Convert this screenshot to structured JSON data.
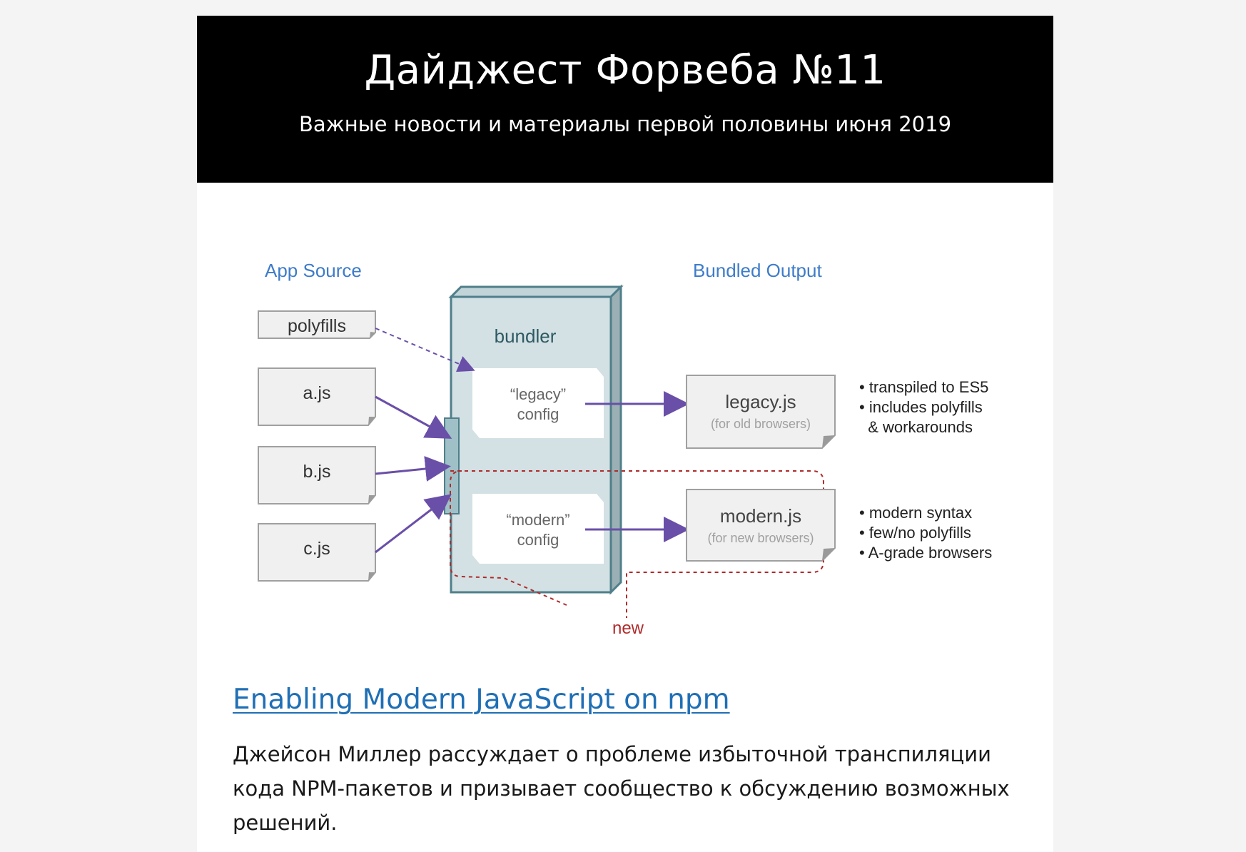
{
  "header": {
    "title": "Дайджест Форвеба №11",
    "subtitle": "Важные новости и материалы первой половины июня 2019"
  },
  "diagram": {
    "app_source_label": "App Source",
    "bundled_output_label": "Bundled Output",
    "inputs": [
      "polyfills",
      "a.js",
      "b.js",
      "c.js"
    ],
    "bundler_label": "bundler",
    "legacy_config": [
      "“legacy”",
      "config"
    ],
    "modern_config": [
      "“modern”",
      "config"
    ],
    "legacy_output": {
      "name": "legacy.js",
      "note": "(for old browsers)"
    },
    "modern_output": {
      "name": "modern.js",
      "note": "(for new browsers)"
    },
    "legacy_bullets": [
      "• transpiled to ES5",
      "• includes polyfills",
      "  & workarounds"
    ],
    "modern_bullets": [
      "• modern syntax",
      "• few/no polyfills",
      "• A-grade browsers"
    ],
    "new_label": "new",
    "colors": {
      "label_blue": "#3d7cc9",
      "arrow_purple": "#6a4fa8",
      "bundler_fill": "#d3e1e4",
      "bundler_stroke": "#4f7f8a",
      "new_red": "#b02a2a"
    }
  },
  "article": {
    "link_text": "Enabling Modern JavaScript on npm",
    "body": "Джейсон Миллер рассуждает о проблеме избыточной транспиляции кода NPM-пакетов и призывает сообщество к обсуждению возможных решений."
  }
}
